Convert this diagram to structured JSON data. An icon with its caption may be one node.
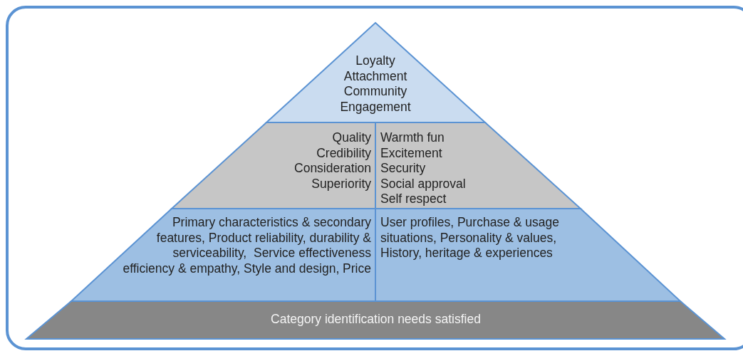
{
  "diagram": {
    "nodes": [
      {
        "text": [
          "Loyalty",
          "Attachment",
          "Community",
          "Engagement"
        ]
      },
      {
        "text": [
          "Quality",
          "Credibility",
          "Consideration",
          "Superiority"
        ]
      },
      {
        "text": [
          "Warmth fun",
          "Excitement",
          "Security",
          "Social approval",
          "Self respect"
        ]
      },
      {
        "text": [
          "Primary characteristics & secondary features, Product reliability, durability & serviceability,  Service effectiveness efficiency & empathy, Style and design, Price"
        ]
      },
      {
        "text": [
          "User profiles, Purchase & usage situations, Personality & values, History, heritage & experiences"
        ]
      },
      {
        "text": [
          "Category identification needs satisfied"
        ]
      }
    ]
  }
}
